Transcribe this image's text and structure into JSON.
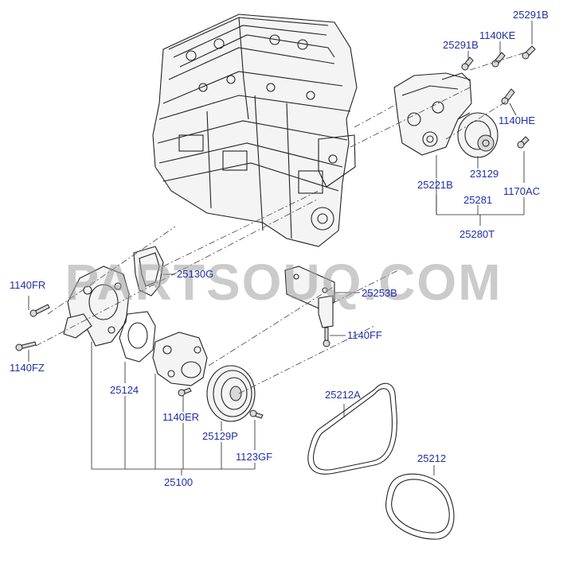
{
  "watermark": "PARTSOUQ.COM",
  "labels": {
    "p25291B_top": "25291B",
    "p1140KE": "1140KE",
    "p25291B": "25291B",
    "p1140HE": "1140HE",
    "p23129": "23129",
    "p25221B": "25221B",
    "p1170AC": "1170AC",
    "p25281": "25281",
    "p25280T": "25280T",
    "p25130G": "25130G",
    "p1140FR": "1140FR",
    "p25253B": "25253B",
    "p1140FF": "1140FF",
    "p1140FZ": "1140FZ",
    "p25124": "25124",
    "p25212A": "25212A",
    "p1140ER": "1140ER",
    "p25129P": "25129P",
    "p1123GF": "1123GF",
    "p25212": "25212",
    "p25100": "25100"
  }
}
